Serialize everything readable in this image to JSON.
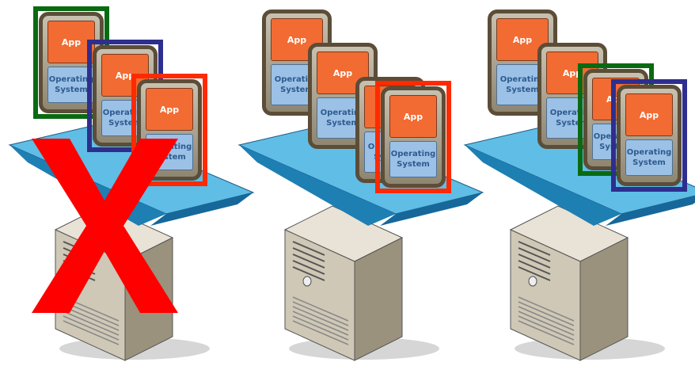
{
  "colors": {
    "highlight_green": "#0a6a12",
    "highlight_blue": "#2e2e8f",
    "highlight_red": "#ff2a00",
    "app_orange": "#f26b32",
    "os_blue": "#9cc1e6",
    "cross_red": "#ff0000",
    "platform_light": "#5fbde6",
    "platform_dark": "#1e7fb3"
  },
  "icons": [
    "server-tower",
    "virtual-machine",
    "failure-cross"
  ],
  "servers": [
    {
      "failed": true,
      "vms": [
        {
          "app_label": "App",
          "os_label": [
            "Operating",
            "System"
          ],
          "highlight": "green"
        },
        {
          "app_label": "App",
          "os_label": [
            "Operating",
            "System"
          ],
          "highlight": "blue"
        },
        {
          "app_label": "App",
          "os_label": [
            "Operating",
            "System"
          ],
          "highlight": "red"
        }
      ]
    },
    {
      "failed": false,
      "vms": [
        {
          "app_label": "App",
          "os_label": [
            "Operating",
            "System"
          ],
          "highlight": "none"
        },
        {
          "app_label": "App",
          "os_label": [
            "Operating",
            "System"
          ],
          "highlight": "none"
        },
        {
          "app_label": "App",
          "os_label": [
            "Operating",
            "System"
          ],
          "highlight": "none"
        },
        {
          "app_label": "App",
          "os_label": [
            "Operating",
            "System"
          ],
          "highlight": "red"
        }
      ]
    },
    {
      "failed": false,
      "vms": [
        {
          "app_label": "App",
          "os_label": [
            "Operating",
            "System"
          ],
          "highlight": "none"
        },
        {
          "app_label": "App",
          "os_label": [
            "Operating",
            "System"
          ],
          "highlight": "none"
        },
        {
          "app_label": "App",
          "os_label": [
            "Operating",
            "System"
          ],
          "highlight": "green"
        },
        {
          "app_label": "App",
          "os_label": [
            "Operating",
            "System"
          ],
          "highlight": "blue"
        }
      ]
    }
  ]
}
